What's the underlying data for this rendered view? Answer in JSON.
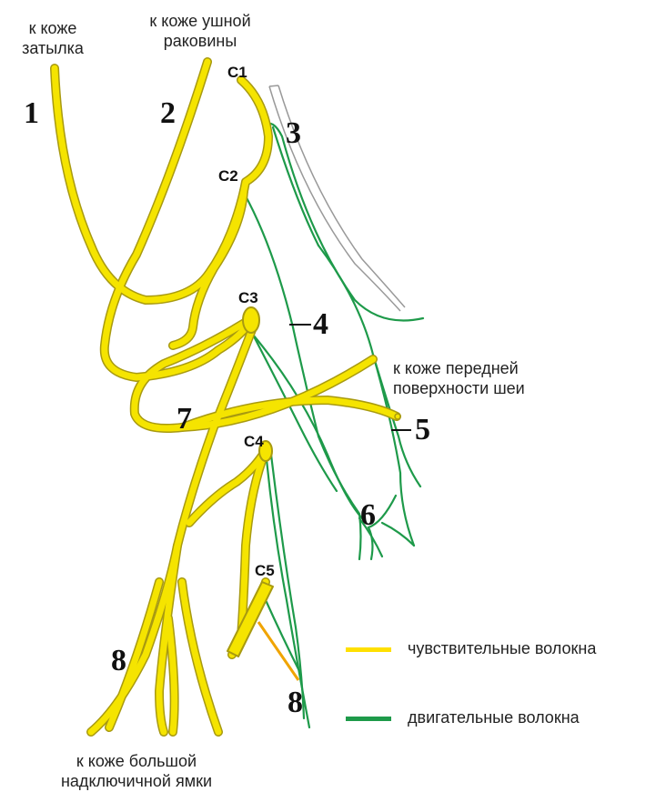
{
  "captions": {
    "occiput": [
      "к коже",
      "затылка"
    ],
    "auricle": [
      "к коже ушной",
      "раковины"
    ],
    "anterior_neck": [
      "к коже передней",
      "поверхности шеи"
    ],
    "supraclavicular": [
      "к коже большой",
      "надключичной ямки"
    ]
  },
  "segments": {
    "c1": "C1",
    "c2": "C2",
    "c3": "C3",
    "c4": "C4",
    "c5": "C5"
  },
  "numbers": {
    "n1": "1",
    "n2": "2",
    "n3": "3",
    "n4": "4",
    "n5": "5",
    "n6": "6",
    "n7": "7",
    "n8_left": "8",
    "n8_bottom": "8"
  },
  "legend": {
    "sensory": {
      "label": "чувствительные волокна",
      "color": "#ffe000"
    },
    "motor": {
      "label": "двигательные волокна",
      "color": "#1e9a4a"
    }
  },
  "colors": {
    "sensory_fill": "#f5e400",
    "sensory_outline": "#a89a10",
    "motor": "#1e9a4a",
    "accessory_outline": "#999999",
    "pointer": "#f0a400"
  }
}
